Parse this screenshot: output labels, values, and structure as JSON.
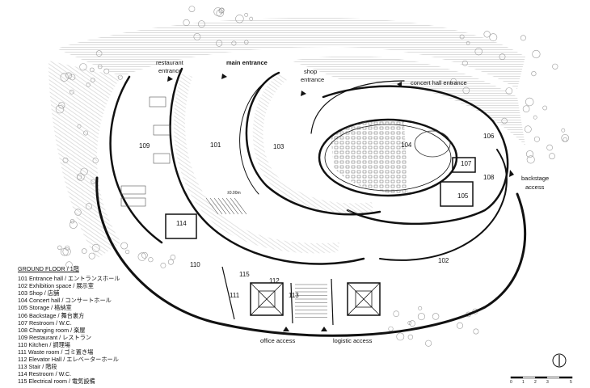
{
  "legend": {
    "title": "GROUND FLOOR / 1階",
    "items": [
      "101  Entrance hall  /  エントランスホール",
      "102  Exhibition space / 展示室",
      "103  Shop / 店舗",
      "104  Concert hall / コンサートホール",
      "105  Storage / 格納室",
      "106  Backstage / 舞台裏方",
      "107  Restroom / W.C.",
      "108  Changing room / 楽屋",
      "109  Restaurant / レストラン",
      "110  Kitchen / 調理場",
      "111  Waste room / ゴミ置き場",
      "112  Elevator Hall / エレベーターホール",
      "113  Stair / 階段",
      "114  Restroom / W.C.",
      "115  Electrical room / 電気設備"
    ]
  },
  "labels": {
    "restaurant_entrance_1": "restaurant",
    "restaurant_entrance_2": "entrance",
    "main_entrance": "main entrance",
    "shop_entrance_1": "shop",
    "shop_entrance_2": "entrance",
    "concert_hall_entrance": "concert hall entrance",
    "backstage_access_1": "backstage",
    "backstage_access_2": "access",
    "office_access": "office access",
    "logistic_access": "logistic access",
    "level_mark": "±0.00m"
  },
  "rooms": {
    "r101": "101",
    "r102": "102",
    "r103": "103",
    "r104": "104",
    "r105": "105",
    "r106": "106",
    "r107": "107",
    "r108": "108",
    "r109": "109",
    "r110": "110",
    "r111": "111",
    "r112": "112",
    "r113": "113",
    "r114": "114",
    "r115": "115"
  },
  "scale_bar": {
    "ticks": [
      "0",
      "1",
      "2",
      "3",
      "",
      "5"
    ]
  },
  "colors": {
    "line": "#111111",
    "hatch": "#b8b8b8",
    "tree": "#9a9a9a"
  }
}
